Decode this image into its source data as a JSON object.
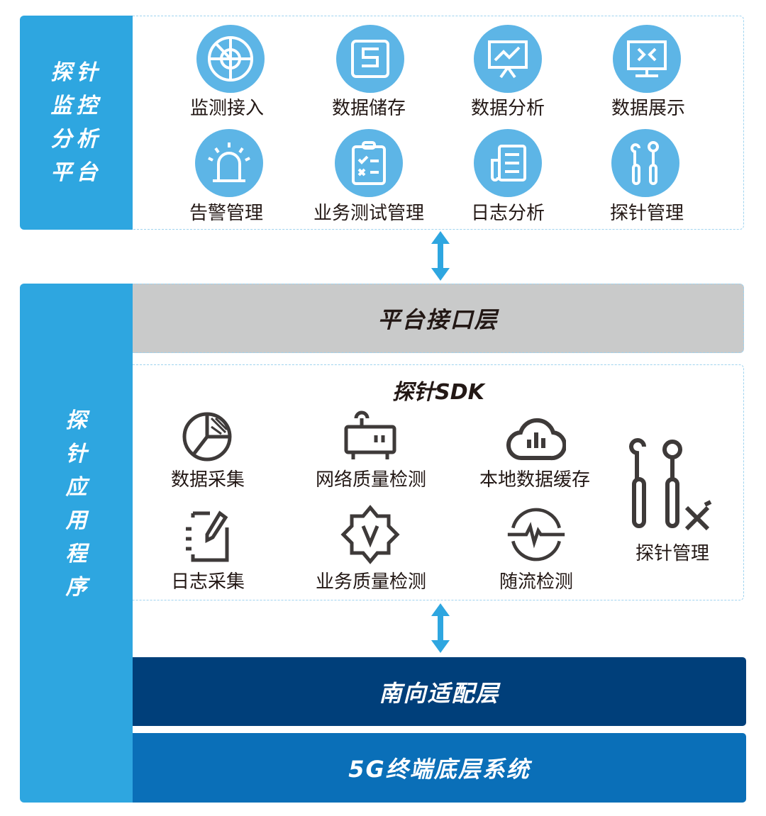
{
  "platform": {
    "title_lines": [
      "探针",
      "监控",
      "分析",
      "平台"
    ],
    "items": [
      {
        "label": "监测接入",
        "icon": "radar-icon"
      },
      {
        "label": "数据储存",
        "icon": "storage-icon"
      },
      {
        "label": "数据分析",
        "icon": "chart-board-icon"
      },
      {
        "label": "数据展示",
        "icon": "monitor-icon"
      },
      {
        "label": "告警管理",
        "icon": "alarm-light-icon"
      },
      {
        "label": "业务测试管理",
        "icon": "clipboard-check-icon"
      },
      {
        "label": "日志分析",
        "icon": "document-icon"
      },
      {
        "label": "探针管理",
        "icon": "probe-tools-icon"
      }
    ]
  },
  "app": {
    "title_chars": [
      "探",
      "针",
      "应",
      "用",
      "程",
      "序"
    ],
    "interface_layer": "平台接口层",
    "sdk": {
      "title": "探针SDK",
      "items": [
        {
          "label": "数据采集",
          "icon": "pie-chart-icon"
        },
        {
          "label": "网络质量检测",
          "icon": "router-icon"
        },
        {
          "label": "本地数据缓存",
          "icon": "cloud-chart-icon"
        },
        {
          "label": "日志采集",
          "icon": "notebook-pen-icon"
        },
        {
          "label": "业务质量检测",
          "icon": "badge-v-icon"
        },
        {
          "label": "随流检测",
          "icon": "pulse-icon"
        }
      ],
      "manage": {
        "label": "探针管理",
        "icon": "probe-tools-icon"
      }
    },
    "south_layer": "南向适配层",
    "base_layer": "5G终端底层系统"
  },
  "colors": {
    "side": "#2ea6e0",
    "icon_bg": "#5db5e6",
    "gray": "#c9caca",
    "navy": "#003f7a",
    "blue": "#0a6fb8"
  }
}
